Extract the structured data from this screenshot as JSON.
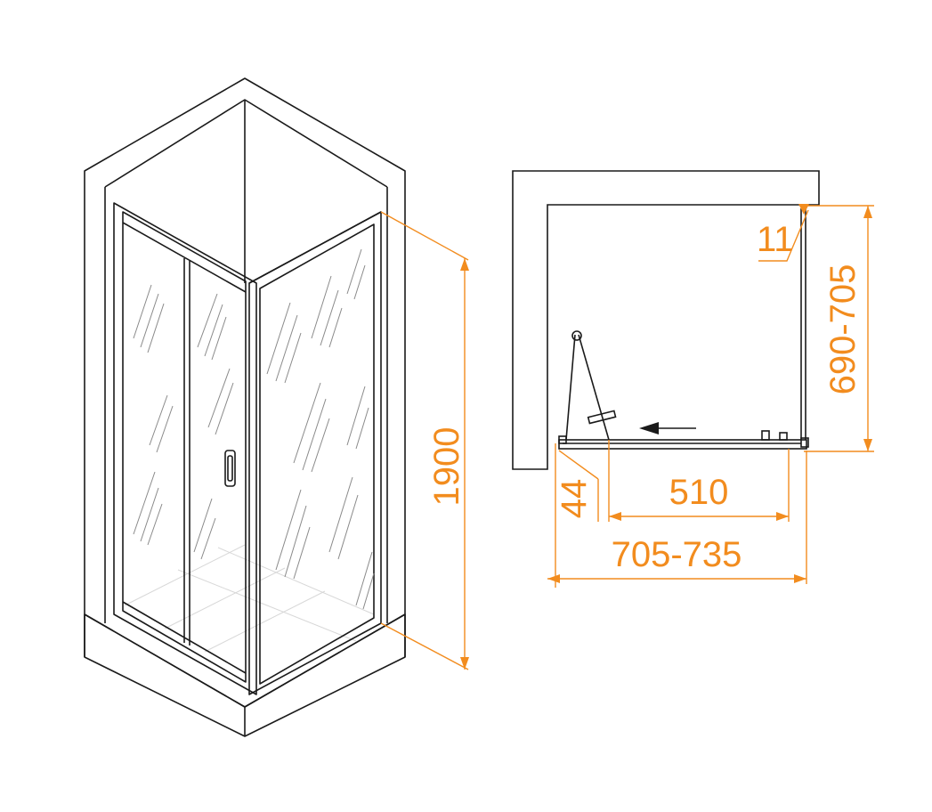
{
  "colors": {
    "line": "#1a1a1a",
    "dimension": "#f28c1e",
    "glass_stroke": "#8a8a8a",
    "floor_tile": "#d8d8d8",
    "background": "#ffffff"
  },
  "isometric_view": {
    "height_label": "1900"
  },
  "plan_view": {
    "depth_label": "690-705",
    "profile_label": "11",
    "offset_label": "44",
    "opening_label": "510",
    "width_label": "705-735",
    "slide_direction": "arrow-left-icon"
  }
}
